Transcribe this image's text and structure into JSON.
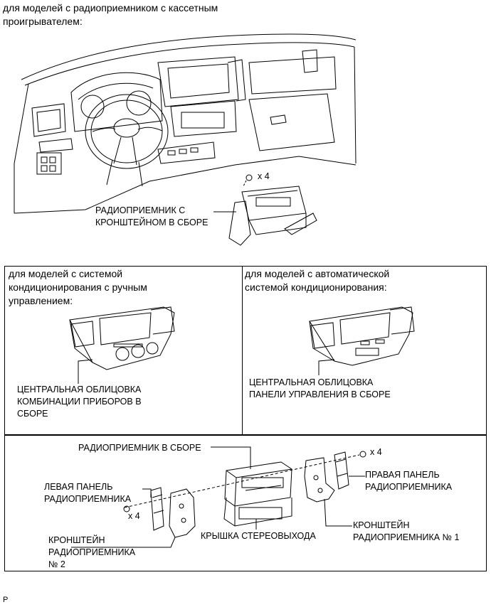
{
  "top": {
    "heading": "для моделей с радиоприемником с кассетным\nпроигрывателем:",
    "screw_qty": "x 4",
    "radio_bracket_label": "РАДИОПРИЕМНИК С\nКРОНШТЕЙНОМ В СБОРЕ"
  },
  "middle_left": {
    "heading": "для моделей с системой\nкондиционирования с ручным\nуправлением:",
    "part_label": "ЦЕНТРАЛЬНАЯ ОБЛИЦОВКА\nКОМБИНАЦИИ ПРИБОРОВ В\nСБОРЕ"
  },
  "middle_right": {
    "heading": "для моделей с автоматической\nсистемой кондиционирования:",
    "part_label": "ЦЕНТРАЛЬНАЯ ОБЛИЦОВКА\nПАНЕЛИ УПРАВЛЕНИЯ В СБОРЕ"
  },
  "bottom": {
    "radio_assembly": "РАДИОПРИЕМНИК В СБОРЕ",
    "screw_qty_right": "x 4",
    "screw_qty_left": "x 4",
    "right_panel": "ПРАВАЯ ПАНЕЛЬ\nРАДИОПРИЕМНИКА",
    "left_panel": "ЛЕВАЯ ПАНЕЛЬ\nРАДИОПРИЕМНИКА",
    "bracket_1": "КРОНШТЕЙН\nРАДИОПРИЕМНИКА № 1",
    "stereo_cover": "КРЫШКА СТЕРЕОВЫХОДА",
    "bracket_2": "КРОНШТЕЙН\nРАДИОПРИЕМНИКА\n№ 2"
  },
  "footer_code": "P"
}
